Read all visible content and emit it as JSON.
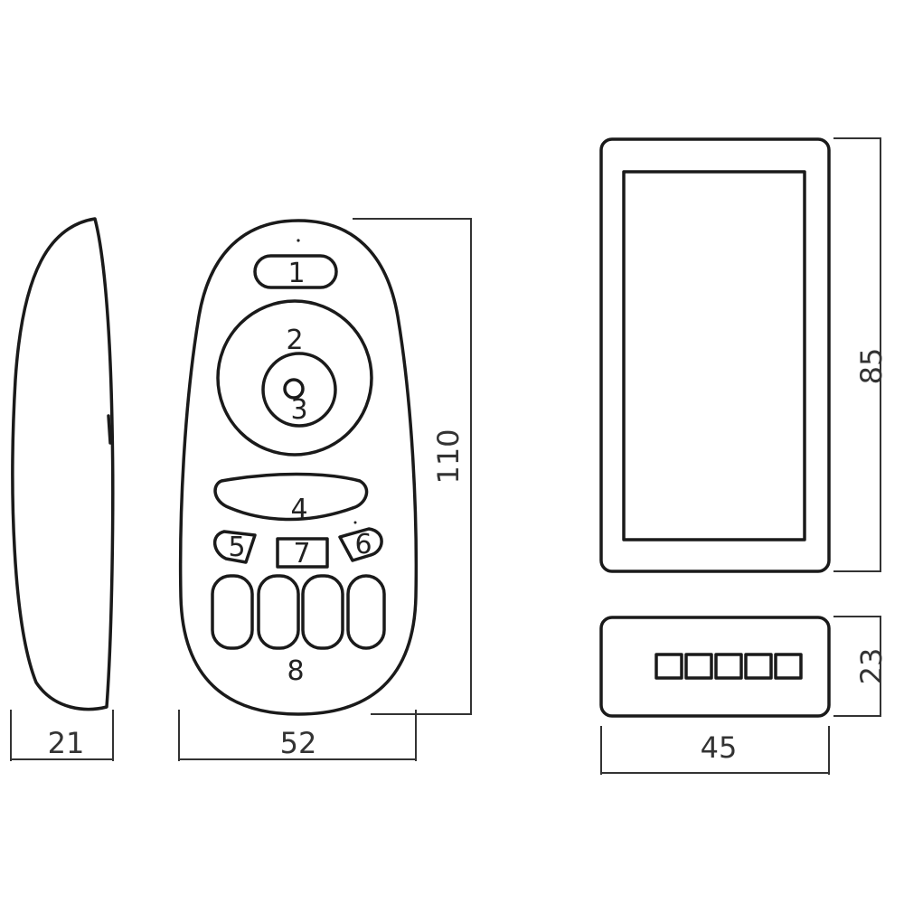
{
  "remote": {
    "button_labels": [
      "1",
      "2",
      "3",
      "4",
      "5",
      "6",
      "7",
      "8"
    ]
  },
  "dimensions": {
    "side_depth": "21",
    "front_width": "52",
    "front_height": "110",
    "holder_height": "85",
    "holder_depth": "23",
    "holder_width": "45"
  }
}
